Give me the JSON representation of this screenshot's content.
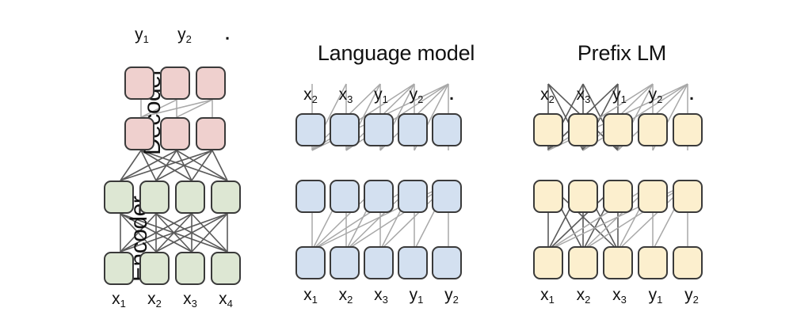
{
  "figure": {
    "type": "diagram",
    "subtype": "neural-network-attention-mask-schematic",
    "background_color": "#ffffff",
    "edge_color": "#5a5a5a",
    "edge_color_light": "#a8a8a8",
    "node_border_color": "#3a3a3a"
  },
  "panels": [
    {
      "id": "encoder-decoder",
      "title": "",
      "side_labels": {
        "upper": "Decoder",
        "lower": "Encoder"
      },
      "node_color": {
        "decoder": "#EFD0CE",
        "encoder": "#DDE7D3"
      },
      "top_tokens": [
        {
          "base": "y",
          "sub": "1",
          "text": "y1"
        },
        {
          "base": "y",
          "sub": "2",
          "text": "y2"
        },
        {
          "base": ".",
          "sub": "",
          "text": "."
        }
      ],
      "bottom_tokens": [
        {
          "base": "x",
          "sub": "1",
          "text": "x1"
        },
        {
          "base": "x",
          "sub": "2",
          "text": "x2"
        },
        {
          "base": "x",
          "sub": "3",
          "text": "x3"
        },
        {
          "base": "x",
          "sub": "4",
          "text": "x4"
        }
      ],
      "rows": [
        {
          "name": "decoder-output",
          "count": 3,
          "color": "pink"
        },
        {
          "name": "decoder-hidden",
          "count": 3,
          "color": "pink"
        },
        {
          "name": "encoder-hidden",
          "count": 4,
          "color": "green"
        },
        {
          "name": "encoder-input",
          "count": 4,
          "color": "green"
        }
      ],
      "connectivity": [
        {
          "from": "encoder-input",
          "to": "encoder-hidden",
          "pattern": "fully-connected"
        },
        {
          "from": "encoder-hidden",
          "to": "decoder-hidden",
          "pattern": "fully-connected-cross-attention"
        },
        {
          "from": "decoder-hidden",
          "to": "decoder-output",
          "pattern": "causal"
        }
      ]
    },
    {
      "id": "language-model",
      "title": "Language model",
      "side_labels": {
        "upper": "",
        "lower": ""
      },
      "node_color": {
        "all": "#D3E0F0"
      },
      "top_tokens": [
        {
          "base": "x",
          "sub": "2",
          "text": "x2"
        },
        {
          "base": "x",
          "sub": "3",
          "text": "x3"
        },
        {
          "base": "y",
          "sub": "1",
          "text": "y1"
        },
        {
          "base": "y",
          "sub": "2",
          "text": "y2"
        },
        {
          "base": ".",
          "sub": "",
          "text": "."
        }
      ],
      "bottom_tokens": [
        {
          "base": "x",
          "sub": "1",
          "text": "x1"
        },
        {
          "base": "x",
          "sub": "2",
          "text": "x2"
        },
        {
          "base": "x",
          "sub": "3",
          "text": "x3"
        },
        {
          "base": "y",
          "sub": "1",
          "text": "y1"
        },
        {
          "base": "y",
          "sub": "2",
          "text": "y2"
        }
      ],
      "rows": [
        {
          "name": "layer-3",
          "count": 5,
          "color": "blue"
        },
        {
          "name": "layer-2",
          "count": 5,
          "color": "blue"
        },
        {
          "name": "layer-1",
          "count": 5,
          "color": "blue"
        }
      ],
      "connectivity": [
        {
          "from": "layer-1",
          "to": "layer-2",
          "pattern": "causal"
        },
        {
          "from": "layer-2",
          "to": "layer-3",
          "pattern": "causal"
        }
      ]
    },
    {
      "id": "prefix-lm",
      "title": "Prefix LM",
      "side_labels": {
        "upper": "",
        "lower": ""
      },
      "node_color": {
        "all": "#FCEFCE"
      },
      "prefix_length": 3,
      "top_tokens": [
        {
          "base": "x",
          "sub": "2",
          "text": "x2"
        },
        {
          "base": "x",
          "sub": "3",
          "text": "x3"
        },
        {
          "base": "y",
          "sub": "1",
          "text": "y1"
        },
        {
          "base": "y",
          "sub": "2",
          "text": "y2"
        },
        {
          "base": ".",
          "sub": "",
          "text": "."
        }
      ],
      "bottom_tokens": [
        {
          "base": "x",
          "sub": "1",
          "text": "x1"
        },
        {
          "base": "x",
          "sub": "2",
          "text": "x2"
        },
        {
          "base": "x",
          "sub": "3",
          "text": "x3"
        },
        {
          "base": "y",
          "sub": "1",
          "text": "y1"
        },
        {
          "base": "y",
          "sub": "2",
          "text": "y2"
        }
      ],
      "rows": [
        {
          "name": "layer-3",
          "count": 5,
          "color": "yellow"
        },
        {
          "name": "layer-2",
          "count": 5,
          "color": "yellow"
        },
        {
          "name": "layer-1",
          "count": 5,
          "color": "yellow"
        }
      ],
      "connectivity": [
        {
          "from": "layer-1",
          "to": "layer-2",
          "pattern": "prefix-causal"
        },
        {
          "from": "layer-2",
          "to": "layer-3",
          "pattern": "prefix-causal"
        }
      ]
    }
  ]
}
